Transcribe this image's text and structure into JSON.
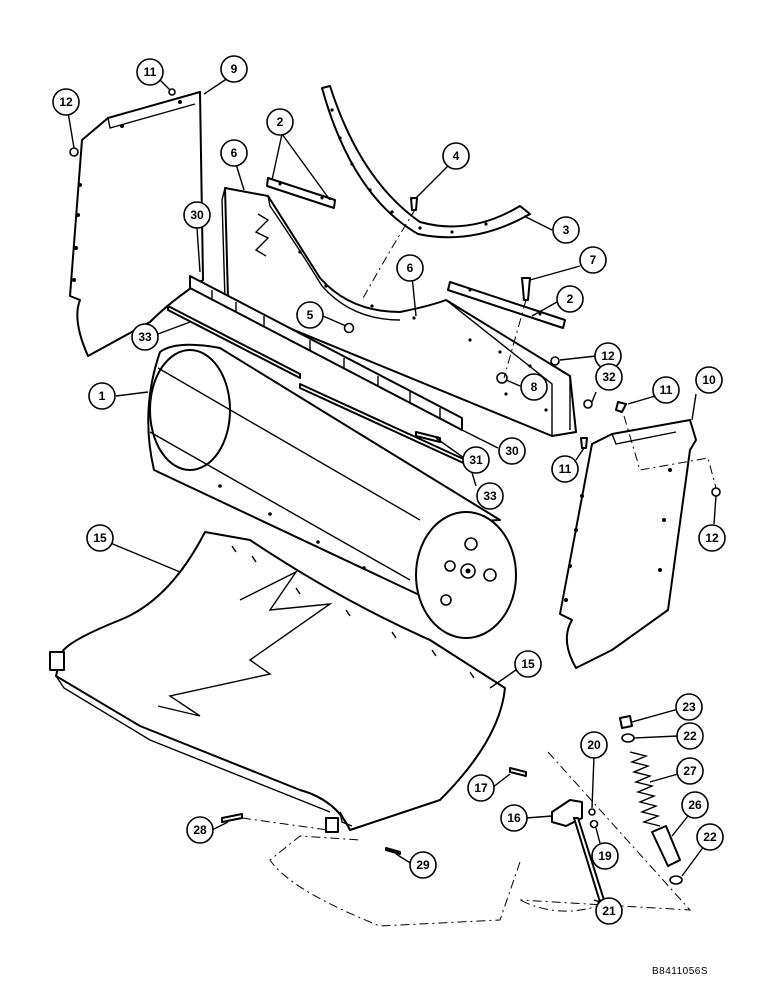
{
  "diagram": {
    "reference_code": "B8411056S",
    "callouts": [
      {
        "id": "c12a",
        "label": "12"
      },
      {
        "id": "c11a",
        "label": "11"
      },
      {
        "id": "c9",
        "label": "9"
      },
      {
        "id": "c2a",
        "label": "2"
      },
      {
        "id": "c6a",
        "label": "6"
      },
      {
        "id": "c4",
        "label": "4"
      },
      {
        "id": "c3",
        "label": "3"
      },
      {
        "id": "c30a",
        "label": "30"
      },
      {
        "id": "c7",
        "label": "7"
      },
      {
        "id": "c6b",
        "label": "6"
      },
      {
        "id": "c2b",
        "label": "2"
      },
      {
        "id": "c5",
        "label": "5"
      },
      {
        "id": "c33a",
        "label": "33"
      },
      {
        "id": "c12b",
        "label": "12"
      },
      {
        "id": "c1",
        "label": "1"
      },
      {
        "id": "c8",
        "label": "8"
      },
      {
        "id": "c32",
        "label": "32"
      },
      {
        "id": "c11b",
        "label": "11"
      },
      {
        "id": "c10",
        "label": "10"
      },
      {
        "id": "c31",
        "label": "31"
      },
      {
        "id": "c30b",
        "label": "30"
      },
      {
        "id": "c11c",
        "label": "11"
      },
      {
        "id": "c33b",
        "label": "33"
      },
      {
        "id": "c12c",
        "label": "12"
      },
      {
        "id": "c15a",
        "label": "15"
      },
      {
        "id": "c15b",
        "label": "15"
      },
      {
        "id": "c23",
        "label": "23"
      },
      {
        "id": "c22a",
        "label": "22"
      },
      {
        "id": "c20",
        "label": "20"
      },
      {
        "id": "c27",
        "label": "27"
      },
      {
        "id": "c17",
        "label": "17"
      },
      {
        "id": "c16",
        "label": "16"
      },
      {
        "id": "c26",
        "label": "26"
      },
      {
        "id": "c19",
        "label": "19"
      },
      {
        "id": "c22b",
        "label": "22"
      },
      {
        "id": "c28",
        "label": "28"
      },
      {
        "id": "c29",
        "label": "29"
      },
      {
        "id": "c21",
        "label": "21"
      }
    ]
  }
}
